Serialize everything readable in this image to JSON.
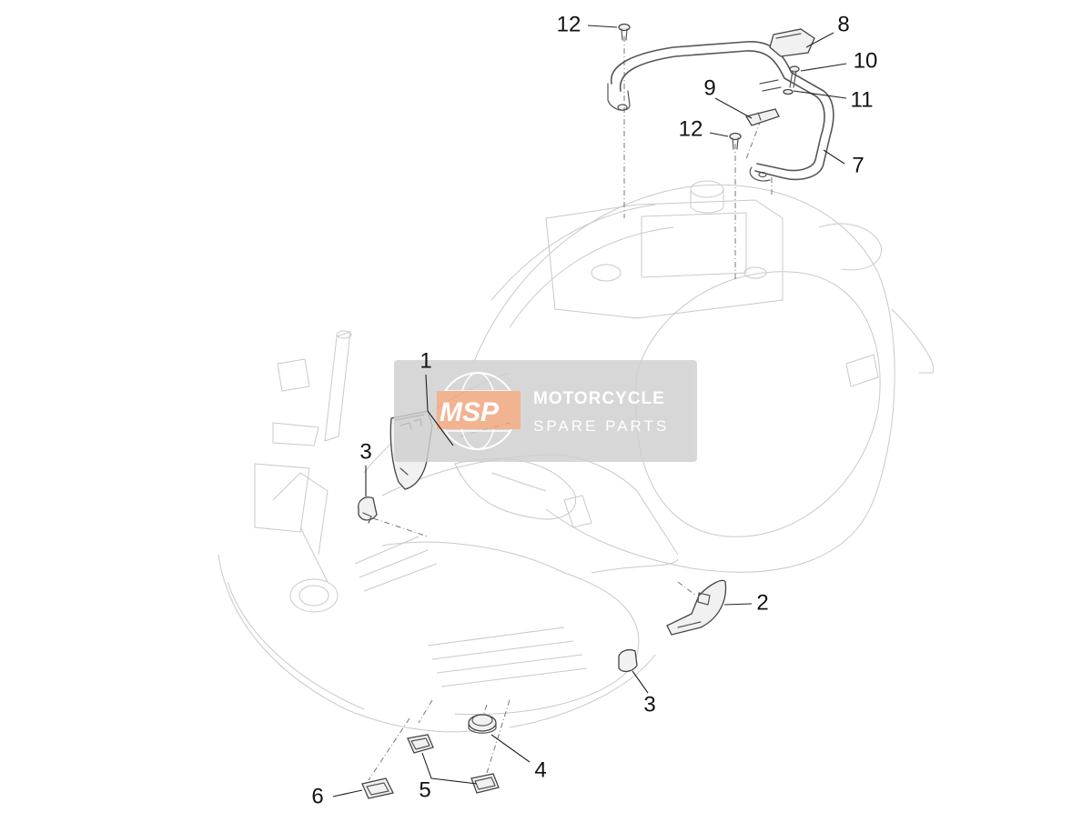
{
  "callouts": [
    {
      "num": "1"
    },
    {
      "num": "2"
    },
    {
      "num": "3"
    },
    {
      "num": "3"
    },
    {
      "num": "4"
    },
    {
      "num": "5"
    },
    {
      "num": "6"
    },
    {
      "num": "7"
    },
    {
      "num": "8"
    },
    {
      "num": "9"
    },
    {
      "num": "10"
    },
    {
      "num": "11"
    },
    {
      "num": "12"
    },
    {
      "num": "12"
    }
  ],
  "watermark": {
    "logo": "MSP",
    "line1": "MOTORCYCLE",
    "line2": "SPARE PARTS",
    "color": "#cfcfcf",
    "accent": "#f0a37a"
  }
}
